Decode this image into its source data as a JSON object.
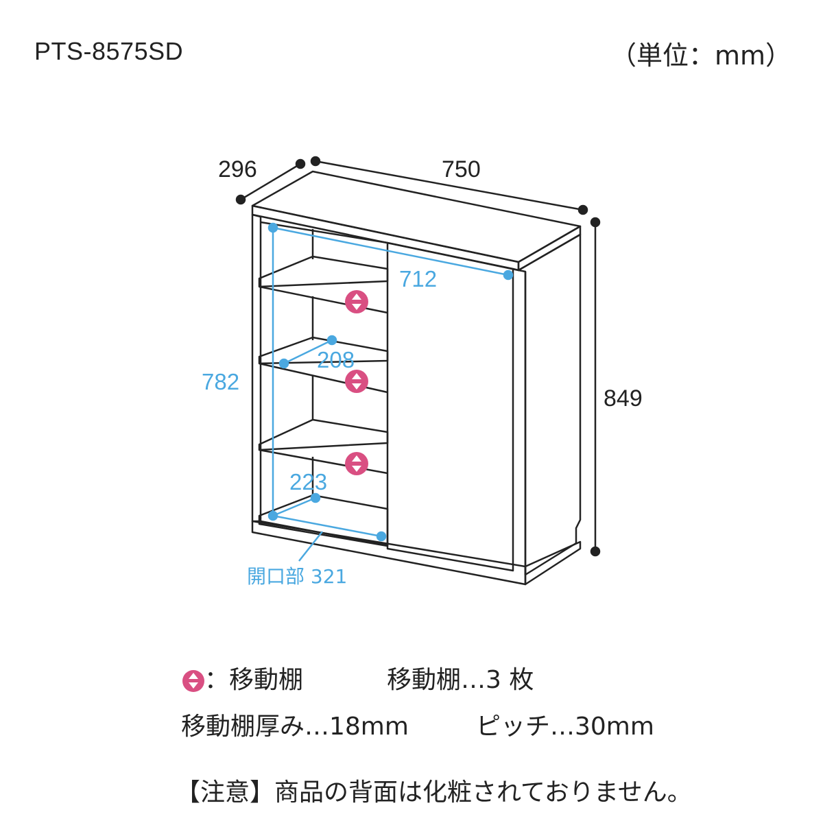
{
  "header": {
    "model": "PTS-8575SD",
    "unit": "（単位：mm）"
  },
  "dimensions": {
    "depth": "296",
    "width": "750",
    "height": "849",
    "inner_width": "712",
    "inner_height": "782",
    "shelf_depth_upper": "208",
    "shelf_depth_lower": "223",
    "opening": "開口部 321"
  },
  "legend": {
    "icon_label": "：移動棚",
    "shelf_count": "移動棚…3 枚",
    "shelf_thickness": "移動棚厚み…18mm",
    "pitch": "ピッチ…30mm"
  },
  "note": "【注意】商品の背面は化粧されておりません。",
  "colors": {
    "dimension_blue": "#4aa8e0",
    "marker_pink": "#d94f82",
    "line": "#222222"
  }
}
